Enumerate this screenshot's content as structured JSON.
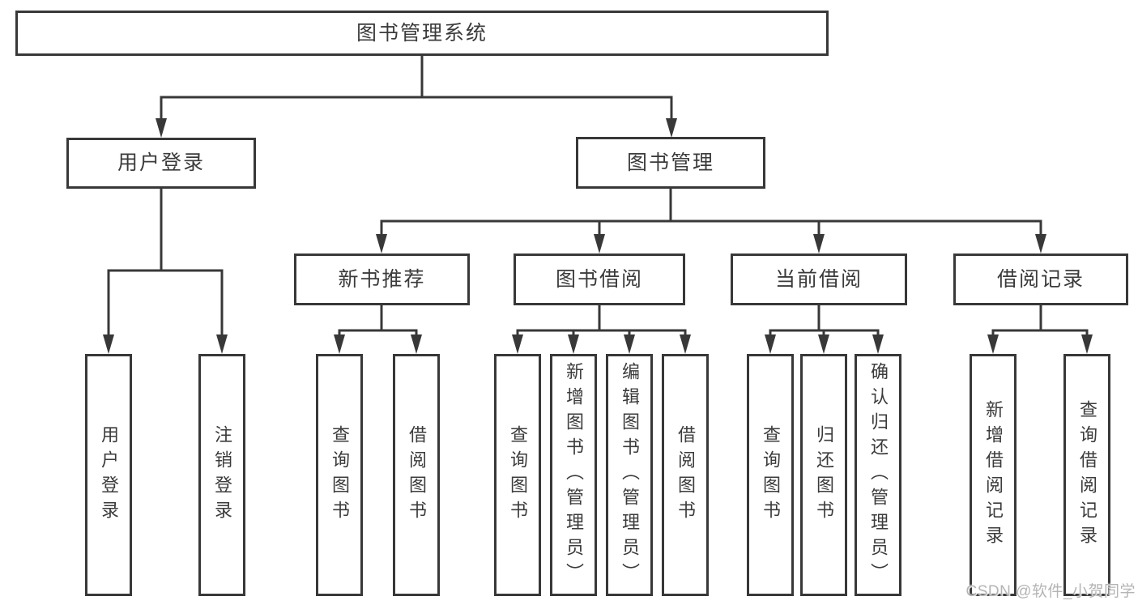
{
  "colors": {
    "line": "#383838",
    "text": "#3b3b3b",
    "watermark_gray": "#b4b4b4",
    "background": "#ffffff"
  },
  "nodes": {
    "root": "图书管理系统",
    "l2_user_login": "用户登录",
    "l2_book_mgmt": "图书管理",
    "l3_new_books": "新书推荐",
    "l3_book_borrow": "图书借阅",
    "l3_current_borrow": "当前借阅",
    "l3_borrow_records": "借阅记录",
    "leaf_user_login": "用户登录",
    "leaf_logout": "注销登录",
    "leaf_nb_query": "查询图书",
    "leaf_nb_borrow": "借阅图书",
    "leaf_bb_query": "查询图书",
    "leaf_bb_add": "新增图书（管理员）",
    "leaf_bb_edit": "编辑图书（管理员）",
    "leaf_bb_borrow": "借阅图书",
    "leaf_cb_query": "查询图书",
    "leaf_cb_return": "归还图书",
    "leaf_cb_confirm": "确认归还（管理员）",
    "leaf_rec_add": "新增借阅记录",
    "leaf_rec_query": "查询借阅记录"
  },
  "hierarchy": {
    "图书管理系统": {
      "用户登录": [
        "用户登录",
        "注销登录"
      ],
      "图书管理": {
        "新书推荐": [
          "查询图书",
          "借阅图书"
        ],
        "图书借阅": [
          "查询图书",
          "新增图书（管理员）",
          "编辑图书（管理员）",
          "借阅图书"
        ],
        "当前借阅": [
          "查询图书",
          "归还图书",
          "确认归还（管理员）"
        ],
        "借阅记录": [
          "新增借阅记录",
          "查询借阅记录"
        ]
      }
    }
  },
  "watermark": "CSDN @软件_小贺同学"
}
